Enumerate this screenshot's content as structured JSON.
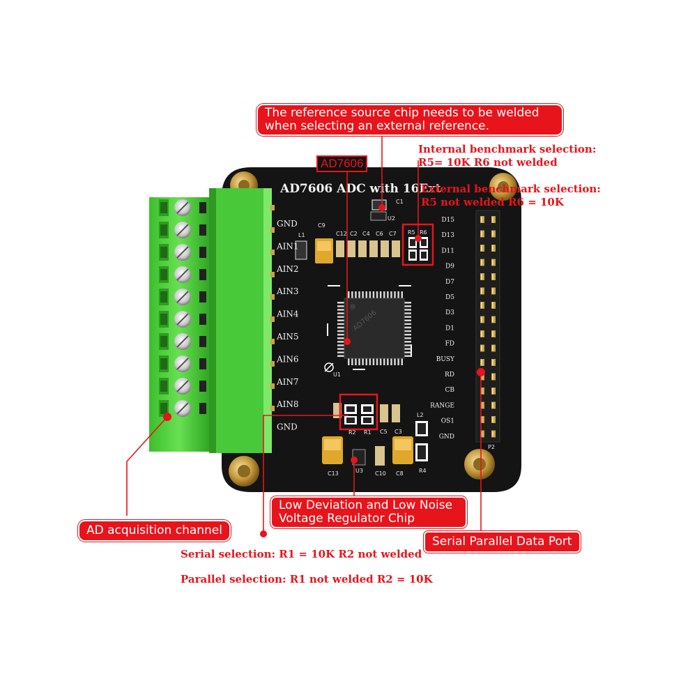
{
  "board": {
    "title": "AD7606 ADC with 16Ext",
    "chip_label": "AD7606",
    "left_pins": [
      "GND",
      "AIN1",
      "AIN2",
      "AIN3",
      "AIN4",
      "AIN5",
      "AIN6",
      "AIN7",
      "AIN8",
      "GND"
    ],
    "right_pins": [
      "D15",
      "D13",
      "D11",
      "D9",
      "D7",
      "D5",
      "D3",
      "D1",
      "FD",
      "BUSY",
      "RD",
      "CB",
      "RANGE",
      "OS1",
      "GND"
    ],
    "components": {
      "c1": "C1",
      "u2": "U2",
      "l1": "L1",
      "c9": "C9",
      "c12": "C12",
      "c2": "C2",
      "c4": "C4",
      "c6": "C6",
      "c7": "C7",
      "r5": "R5",
      "r6": "R6",
      "u1": "U1",
      "r2": "R2",
      "r1": "R1",
      "c5": "C5",
      "c3": "C3",
      "l2": "L2",
      "c13": "C13",
      "u3": "U3",
      "c10": "C10",
      "c8": "C8",
      "r4": "R4",
      "p2": "P2"
    }
  },
  "callouts": {
    "reference_chip": {
      "line1": "The reference source chip needs to be welded",
      "line2": "when selecting an external reference."
    },
    "internal_benchmark": {
      "line1": "Internal benchmark selection:",
      "line2": "R5= 10K R6 not welded"
    },
    "external_benchmark": {
      "line1": "External benchmark selection:",
      "line2": "R5 not welded R6 = 10K"
    },
    "regulator": {
      "line1": "Low Deviation and Low Noise",
      "line2": "Voltage Regulator Chip"
    },
    "ad_channel": "AD acquisition channel",
    "data_port": "Serial Parallel Data Port",
    "serial_selection": "Serial selection: R1 = 10K R2 not welded",
    "parallel_selection": "Parallel selection: R1 not welded R2 = 10K"
  },
  "colors": {
    "accent": "#e8141b",
    "pcb": "#141414",
    "terminal_green": "#4fcf3c",
    "pin_gold": "#c9a24a"
  }
}
